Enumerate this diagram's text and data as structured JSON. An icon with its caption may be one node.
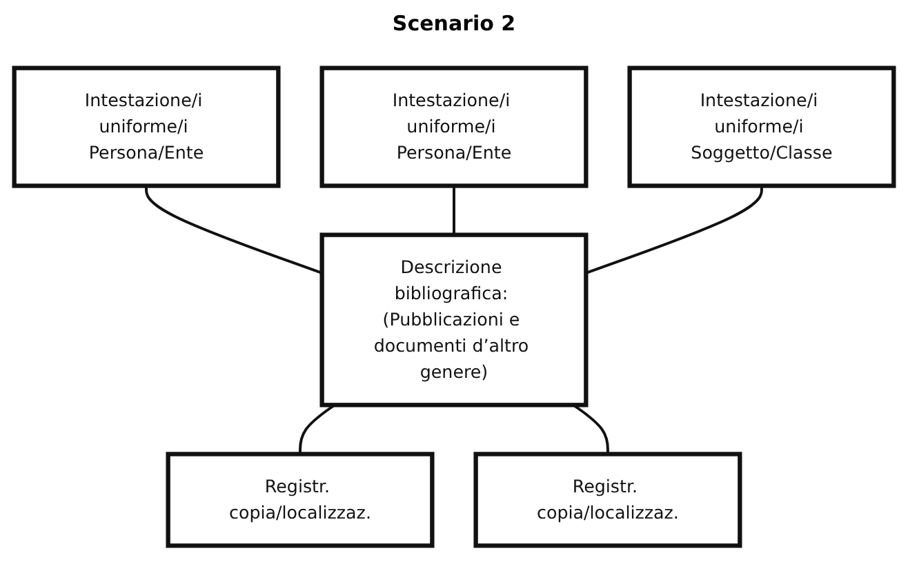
{
  "diagram": {
    "title": "Scenario 2",
    "nodes": [
      {
        "text": [
          "Intestazione/i uniforme/i Persona/Ente"
        ]
      },
      {
        "text": [
          "Intestazione/i uniforme/i Persona/Ente"
        ]
      },
      {
        "text": [
          "Intestazione/i uniforme/i Soggetto/Classe"
        ]
      },
      {
        "text": [
          "Descrizione bibliografica: (Pubblicazioni e documenti d’altro genere)"
        ]
      },
      {
        "text": [
          "Registr. copia/localizzaz."
        ]
      },
      {
        "text": [
          "Registr. copia/localizzaz."
        ]
      }
    ],
    "edges": [
      {
        "from": 0,
        "to": 3,
        "arrow": "none"
      },
      {
        "from": 1,
        "to": 3,
        "arrow": "none"
      },
      {
        "from": 2,
        "to": 3,
        "arrow": "none"
      },
      {
        "from": 3,
        "to": 4,
        "arrow": "none"
      },
      {
        "from": 3,
        "to": 5,
        "arrow": "none"
      }
    ]
  }
}
